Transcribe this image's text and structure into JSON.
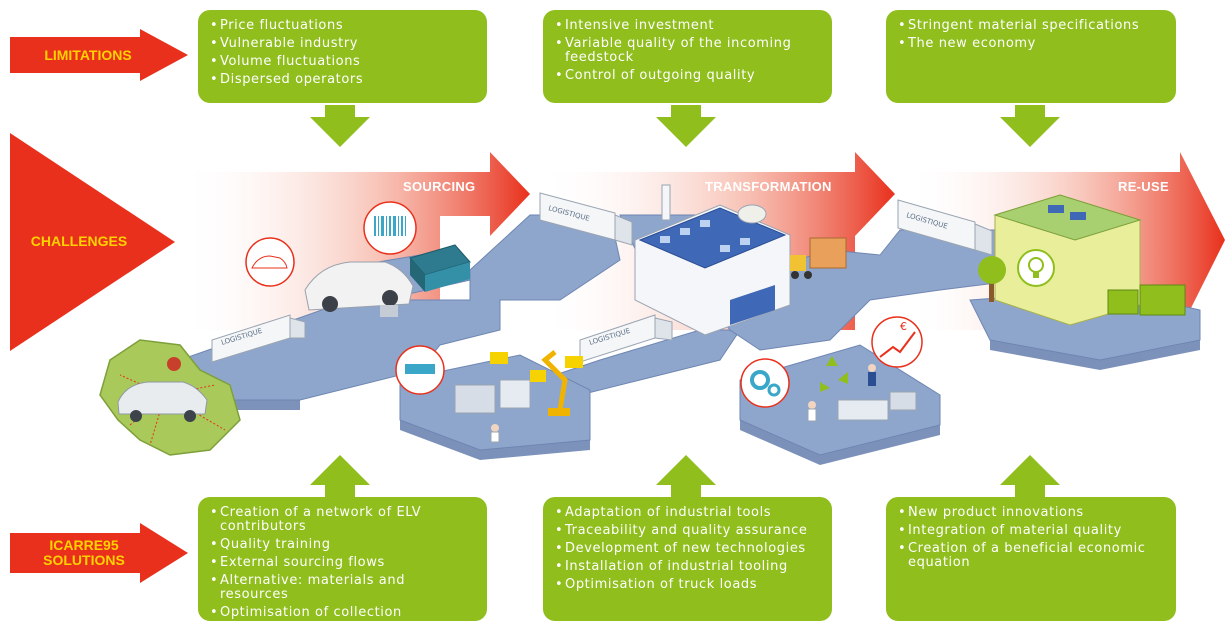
{
  "row_labels": {
    "limitations": "LIMITATIONS",
    "challenges": "CHALLENGES",
    "solutions_line1": "ICARRE95",
    "solutions_line2": "SOLUTIONS"
  },
  "stages": {
    "sourcing": "SOURCING",
    "transformation": "TRANSFORMATION",
    "reuse": "RE-USE"
  },
  "truck_text": "LOGISTIQUE",
  "limitations": {
    "sourcing": [
      "Price fluctuations",
      "Vulnerable industry",
      "Volume fluctuations",
      "Dispersed operators"
    ],
    "transformation": [
      "Intensive investment",
      "Variable quality of the incoming feedstock",
      "Control of outgoing quality"
    ],
    "reuse": [
      "Stringent material specifications",
      "The new economy"
    ]
  },
  "solutions": {
    "sourcing": [
      "Creation of a network of ELV contributors",
      "Quality training",
      "External sourcing flows",
      "Alternative: materials and resources",
      "Optimisation of collection"
    ],
    "transformation": [
      "Adaptation of industrial tools",
      "Traceability and quality assurance",
      "Development of new technologies",
      "Installation of industrial tooling",
      "Optimisation of truck loads"
    ],
    "reuse": [
      "New product innovations",
      "Integration of material quality",
      "Creation of a beneficial economic equation"
    ]
  },
  "colors": {
    "red": "#e8301c",
    "green": "#8fbe1d",
    "yellow_label": "#ffd200",
    "platform": "#8fa6cc"
  },
  "icons": [
    "car-icon",
    "barcode-icon",
    "factory-icon",
    "truck-icon",
    "forklift-icon",
    "gear-icon",
    "recycle-icon",
    "euro-chart-icon",
    "robot-arm-icon",
    "tree-icon",
    "lightbulb-icon",
    "region-map-icon"
  ]
}
